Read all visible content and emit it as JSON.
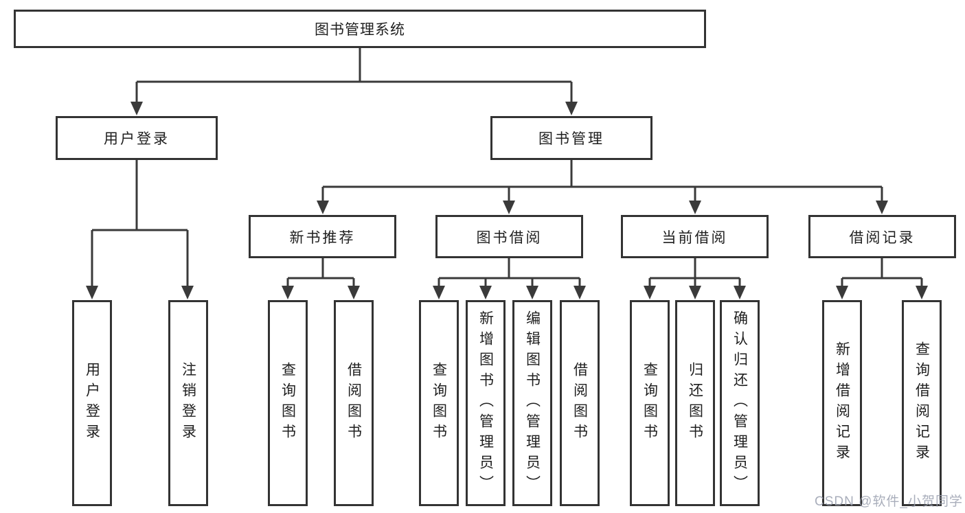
{
  "diagram": {
    "type": "hierarchy-tree",
    "root": {
      "label": "图书管理系统"
    },
    "branches": [
      {
        "label": "用户登录",
        "children": [
          {
            "label": "用户登录"
          },
          {
            "label": "注销登录"
          }
        ]
      },
      {
        "label": "图书管理",
        "children": [
          {
            "label": "新书推荐",
            "children": [
              {
                "label": "查询图书"
              },
              {
                "label": "借阅图书"
              }
            ]
          },
          {
            "label": "图书借阅",
            "children": [
              {
                "label": "查询图书"
              },
              {
                "label": "新增图书（管理员）"
              },
              {
                "label": "编辑图书（管理员）"
              },
              {
                "label": "借阅图书"
              }
            ]
          },
          {
            "label": "当前借阅",
            "children": [
              {
                "label": "查询图书"
              },
              {
                "label": "归还图书"
              },
              {
                "label": "确认归还（管理员）"
              }
            ]
          },
          {
            "label": "借阅记录",
            "children": [
              {
                "label": "新增借阅记录"
              },
              {
                "label": "查询借阅记录"
              }
            ]
          }
        ]
      }
    ]
  },
  "watermark": {
    "text": "CSDN @软件_小贺同学"
  },
  "colors": {
    "line": "#3a3a3a",
    "box_border": "#333333",
    "text": "#1f1f1f",
    "background": "#ffffff",
    "watermark": "#9aa0af"
  }
}
